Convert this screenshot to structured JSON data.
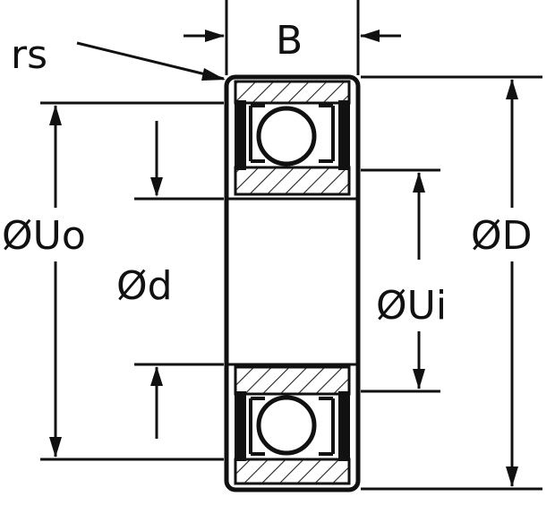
{
  "diagram": {
    "labels": {
      "rs": "rs",
      "width": "B",
      "outer_land_dia": "ØUo",
      "bore": "Ød",
      "inner_land_dia": "ØUi",
      "outer_dia": "ØD"
    },
    "colors": {
      "stroke": "#111111",
      "background": "#ffffff",
      "hatch": "#222222"
    }
  }
}
